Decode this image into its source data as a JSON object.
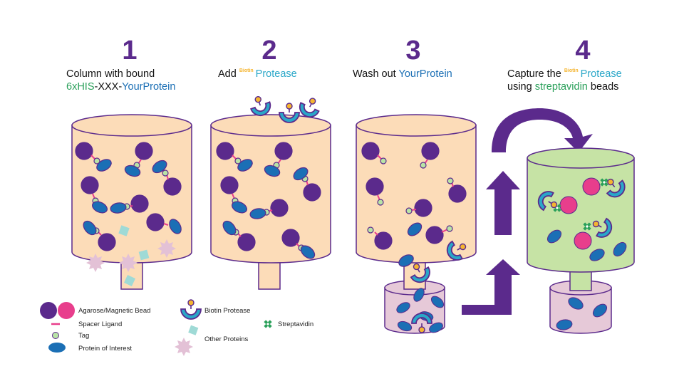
{
  "colors": {
    "purple": "#5b2a8c",
    "pink": "#e83e8c",
    "blue": "#1b6fb5",
    "teal_protease": "#2aa7c8",
    "green_text": "#2aa05a",
    "tag_green": "#b9e4a6",
    "column_peach": "#fcdcb8",
    "column_green": "#c6e3a5",
    "collection_mauve": "#e6c9d8",
    "other_protein_teal": "#9fdad6",
    "other_protein_pink": "#e3c1d6",
    "biotin_orange": "#f5b530"
  },
  "steps": [
    {
      "number": "1",
      "line1": "Column with bound",
      "line2_part1": "6xHIS",
      "line2_part2": "-XXX-",
      "line2_part3": "YourProtein"
    },
    {
      "number": "2",
      "prefix": "Add ",
      "sup": "Biotin",
      "colored": "Protease"
    },
    {
      "number": "3",
      "prefix": "Wash out ",
      "colored": "YourProtein"
    },
    {
      "number": "4",
      "line1_prefix": "Capture the ",
      "sup": "Biotin",
      "line1_colored": "Protease",
      "line2_prefix": "using ",
      "line2_colored": "streptavidin",
      "line2_suffix": " beads"
    }
  ],
  "legend": {
    "bead": "Agarose/Magnetic Bead",
    "spacer": "Spacer Ligand",
    "tag": "Tag",
    "protein": "Protein of Interest",
    "biotin_protease": "Biotin Protease",
    "other_proteins": "Other Proteins",
    "streptavidin": "Streptavidin"
  }
}
